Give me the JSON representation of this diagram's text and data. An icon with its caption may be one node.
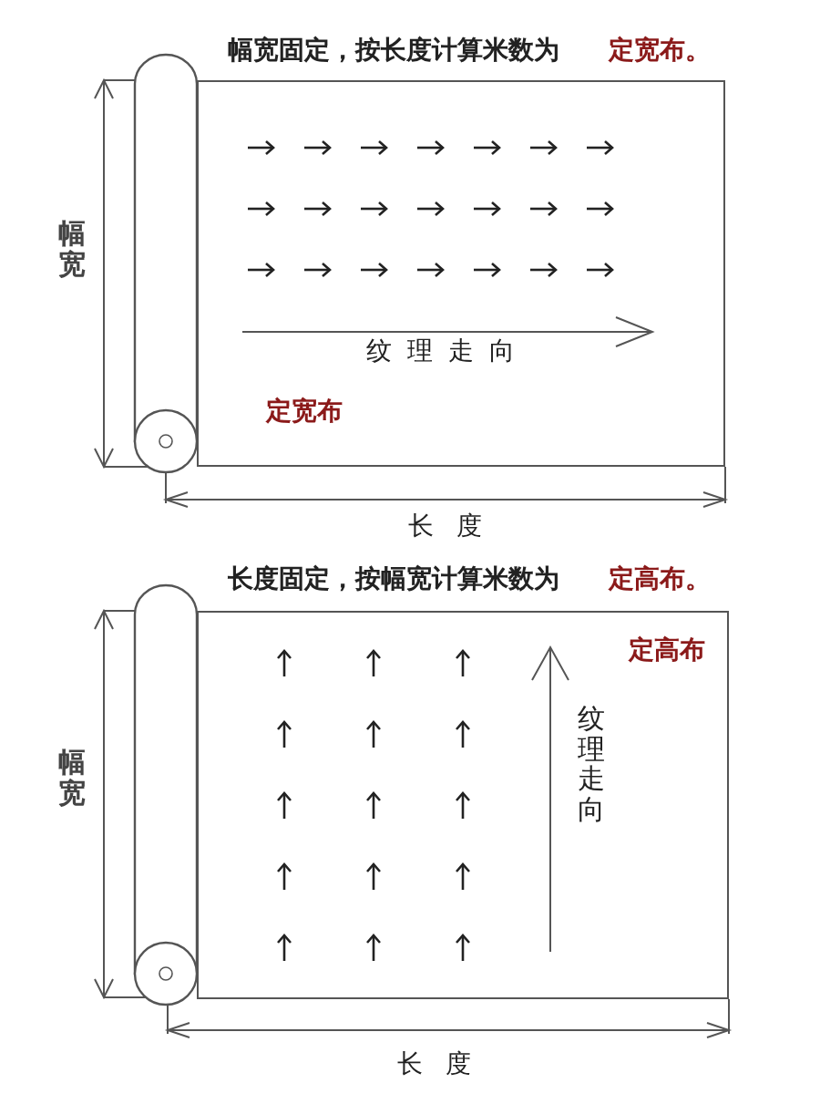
{
  "diagram": {
    "nodes": [
      {
        "text": [
          "纹理走向",
          "定宽布"
        ]
      },
      {
        "text": [
          "定高布",
          "纹理走向"
        ]
      }
    ],
    "labels": [
      "幅宽固定，按长度计算米数为",
      "定宽布。",
      "幅宽",
      "长度",
      "长度固定，按幅宽计算米数为",
      "定高布。",
      "幅宽",
      "长度"
    ]
  }
}
